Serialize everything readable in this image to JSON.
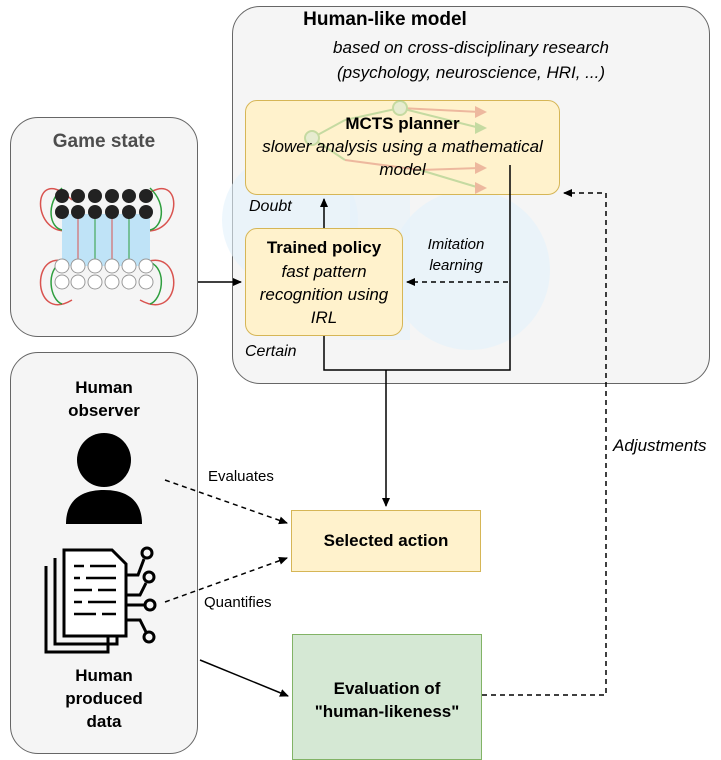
{
  "model": {
    "title": "Human-like model",
    "subtitle_1": "based on cross-disciplinary research",
    "subtitle_2": "(psychology, neuroscience, HRI, ...)"
  },
  "mcts": {
    "title": "MCTS planner",
    "desc_1": "slower analysis using a mathematical",
    "desc_2": "model"
  },
  "policy": {
    "title": "Trained policy",
    "desc_1": "fast pattern",
    "desc_2": "recognition using",
    "desc_3": "IRL"
  },
  "labels": {
    "doubt": "Doubt",
    "certain": "Certain",
    "imitation_1": "Imitation",
    "imitation_2": "learning",
    "evaluates": "Evaluates",
    "quantifies": "Quantifies",
    "adjustments": "Adjustments"
  },
  "game_state": {
    "title": "Game state"
  },
  "human": {
    "observer_1": "Human",
    "observer_2": "observer",
    "data_1": "Human",
    "data_2": "produced",
    "data_3": "data"
  },
  "selected_action": "Selected action",
  "evaluation": {
    "line_1": "Evaluation of",
    "line_2": "\"human-likeness\""
  },
  "colors": {
    "panel_fill": "#f5f5f5",
    "yellow_fill": "#fff2cc",
    "yellow_border": "#d6b656",
    "green_fill": "#d5e8d4",
    "green_border": "#82b366",
    "board_blue": "#bfe3f7"
  }
}
